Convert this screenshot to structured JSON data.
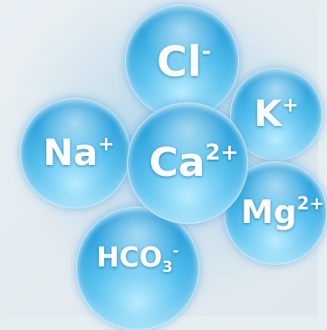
{
  "ions": {
    "cl": {
      "base": "Cl",
      "sub": "",
      "charge": "-"
    },
    "k": {
      "base": "K",
      "sub": "",
      "charge": "+"
    },
    "na": {
      "base": "Na",
      "sub": "",
      "charge": "+"
    },
    "mg": {
      "base": "Mg",
      "sub": "",
      "charge": "2+"
    },
    "hco": {
      "base": "HCO",
      "sub": "3",
      "charge": "-"
    },
    "ca": {
      "base": "Ca",
      "sub": "",
      "charge": "2+"
    }
  },
  "colors": {
    "bubble": "#1f9bd8",
    "bubble_light": "#b9ecff",
    "text": "#ffffff",
    "background": "#e6eef2"
  }
}
